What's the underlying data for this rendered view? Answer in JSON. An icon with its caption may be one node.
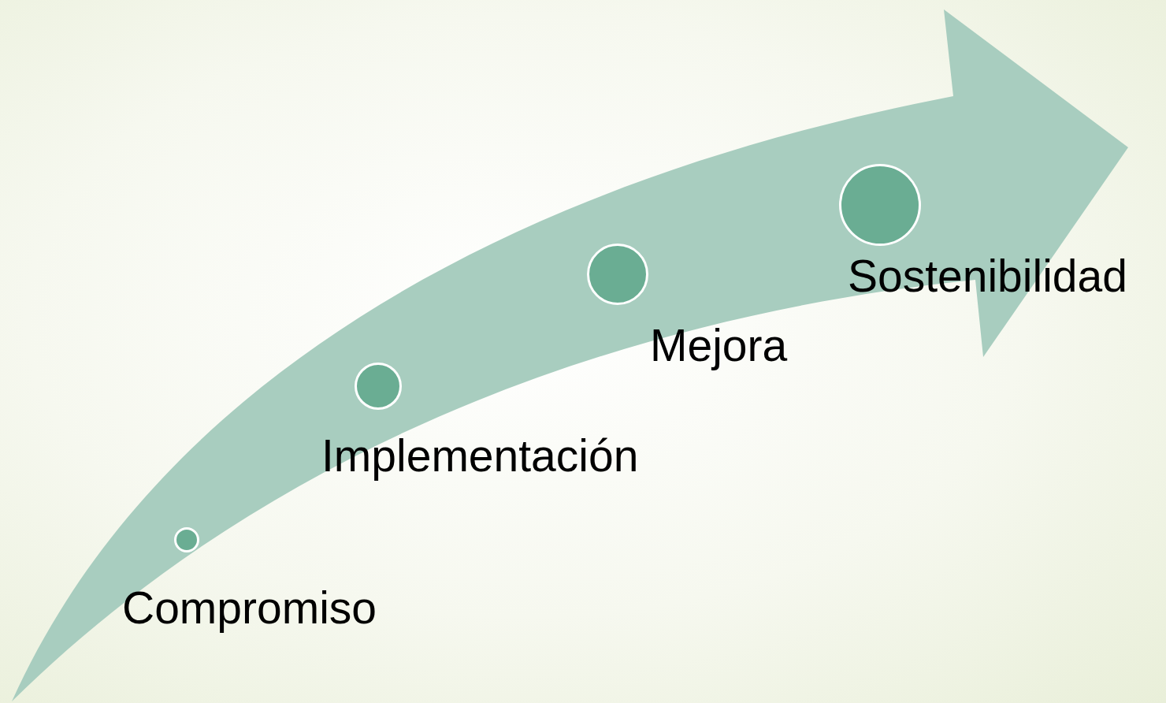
{
  "diagram": {
    "nodes": [
      {
        "text": [],
        "shape": "circle",
        "beside": [
          "Compromiso"
        ]
      },
      {
        "text": [],
        "shape": "circle",
        "beside": [
          "Implementación"
        ]
      },
      {
        "text": [],
        "shape": "circle",
        "beside": [
          "Mejora"
        ]
      },
      {
        "text": [],
        "shape": "circle",
        "beside": [
          "Sostenibilidad"
        ]
      }
    ]
  }
}
